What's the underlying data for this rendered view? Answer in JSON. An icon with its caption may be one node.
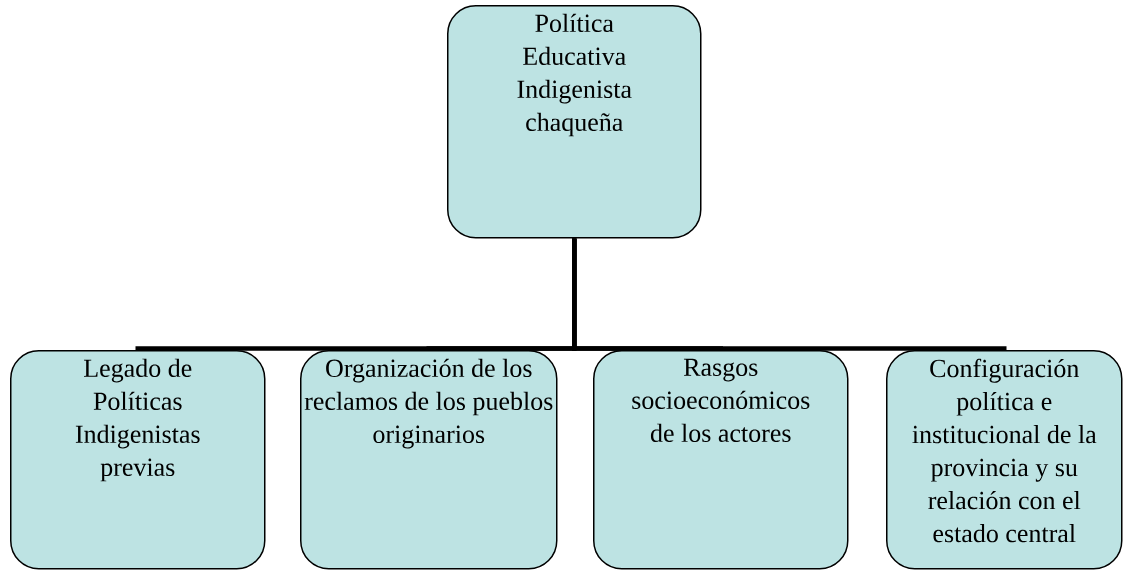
{
  "diagram": {
    "nodes": [
      {
        "text": [
          "Política Educativa Indigenista chaqueña"
        ]
      },
      {
        "text": [
          "Legado de Políticas Indigenistas previas"
        ]
      },
      {
        "text": [
          "Organización de los reclamos de los pueblos originarios"
        ]
      },
      {
        "text": [
          "Rasgos socioeconómicos de los actores"
        ]
      },
      {
        "text": [
          "Configuración política e institucional de la provincia y su relación con el estado central"
        ]
      }
    ],
    "edges": [
      {
        "from": 0,
        "to": 1,
        "arrow": "none"
      },
      {
        "from": 0,
        "to": 2,
        "arrow": "none"
      },
      {
        "from": 0,
        "to": 3,
        "arrow": "none"
      },
      {
        "from": 0,
        "to": 4,
        "arrow": "none"
      }
    ]
  }
}
